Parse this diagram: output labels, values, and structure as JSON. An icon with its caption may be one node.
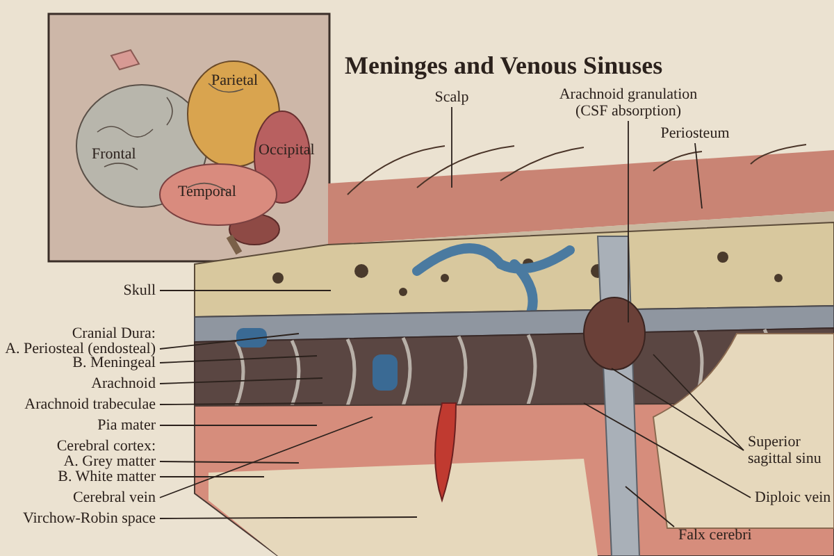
{
  "diagram": {
    "title": "Meninges and Venous Sinuses",
    "nodes": [
      {
        "text": [
          "Scalp"
        ]
      },
      {
        "text": [
          "Arachnoid granulation (CSF absorption)"
        ]
      },
      {
        "text": [
          "Periosteum"
        ]
      },
      {
        "text": [
          "Skull"
        ]
      },
      {
        "text": [
          "A. Periosteal (endosteal)"
        ]
      },
      {
        "text": [
          "B. Meningeal"
        ]
      },
      {
        "text": [
          "Arachnoid"
        ]
      },
      {
        "text": [
          "Arachnoid trabeculae"
        ]
      },
      {
        "text": [
          "Pia mater"
        ]
      },
      {
        "text": [
          "A. Grey matter"
        ]
      },
      {
        "text": [
          "B. White matter"
        ]
      },
      {
        "text": [
          "Cerebral vein"
        ]
      },
      {
        "text": [
          "Virchow-Robin space"
        ]
      },
      {
        "text": [
          "Superior sagittal sinu"
        ]
      },
      {
        "text": [
          "Diploic vein"
        ]
      },
      {
        "text": [
          "Falx cerebri"
        ]
      }
    ],
    "edges": [
      {
        "from": 0,
        "to": null,
        "arrow": "none"
      },
      {
        "from": 1,
        "to": null,
        "arrow": "none"
      },
      {
        "from": 2,
        "to": null,
        "arrow": "none"
      },
      {
        "from": 3,
        "to": null,
        "arrow": "none"
      },
      {
        "from": 4,
        "to": null,
        "arrow": "none"
      },
      {
        "from": 5,
        "to": null,
        "arrow": "none"
      },
      {
        "from": 6,
        "to": null,
        "arrow": "none"
      },
      {
        "from": 7,
        "to": null,
        "arrow": "none"
      },
      {
        "from": 8,
        "to": null,
        "arrow": "none"
      },
      {
        "from": 9,
        "to": null,
        "arrow": "none"
      },
      {
        "from": 10,
        "to": null,
        "arrow": "none"
      },
      {
        "from": 11,
        "to": null,
        "arrow": "none"
      },
      {
        "from": 12,
        "to": null,
        "arrow": "none"
      },
      {
        "from": 13,
        "to": null,
        "arrow": "none"
      },
      {
        "from": 13,
        "to": null,
        "arrow": "none"
      },
      {
        "from": 14,
        "to": null,
        "arrow": "none"
      },
      {
        "from": 15,
        "to": null,
        "arrow": "none"
      }
    ],
    "labels": [
      "Cranial Dura:",
      "Cerebral cortex:",
      "Parietal",
      "Frontal",
      "Occipital",
      "Temporal"
    ]
  }
}
